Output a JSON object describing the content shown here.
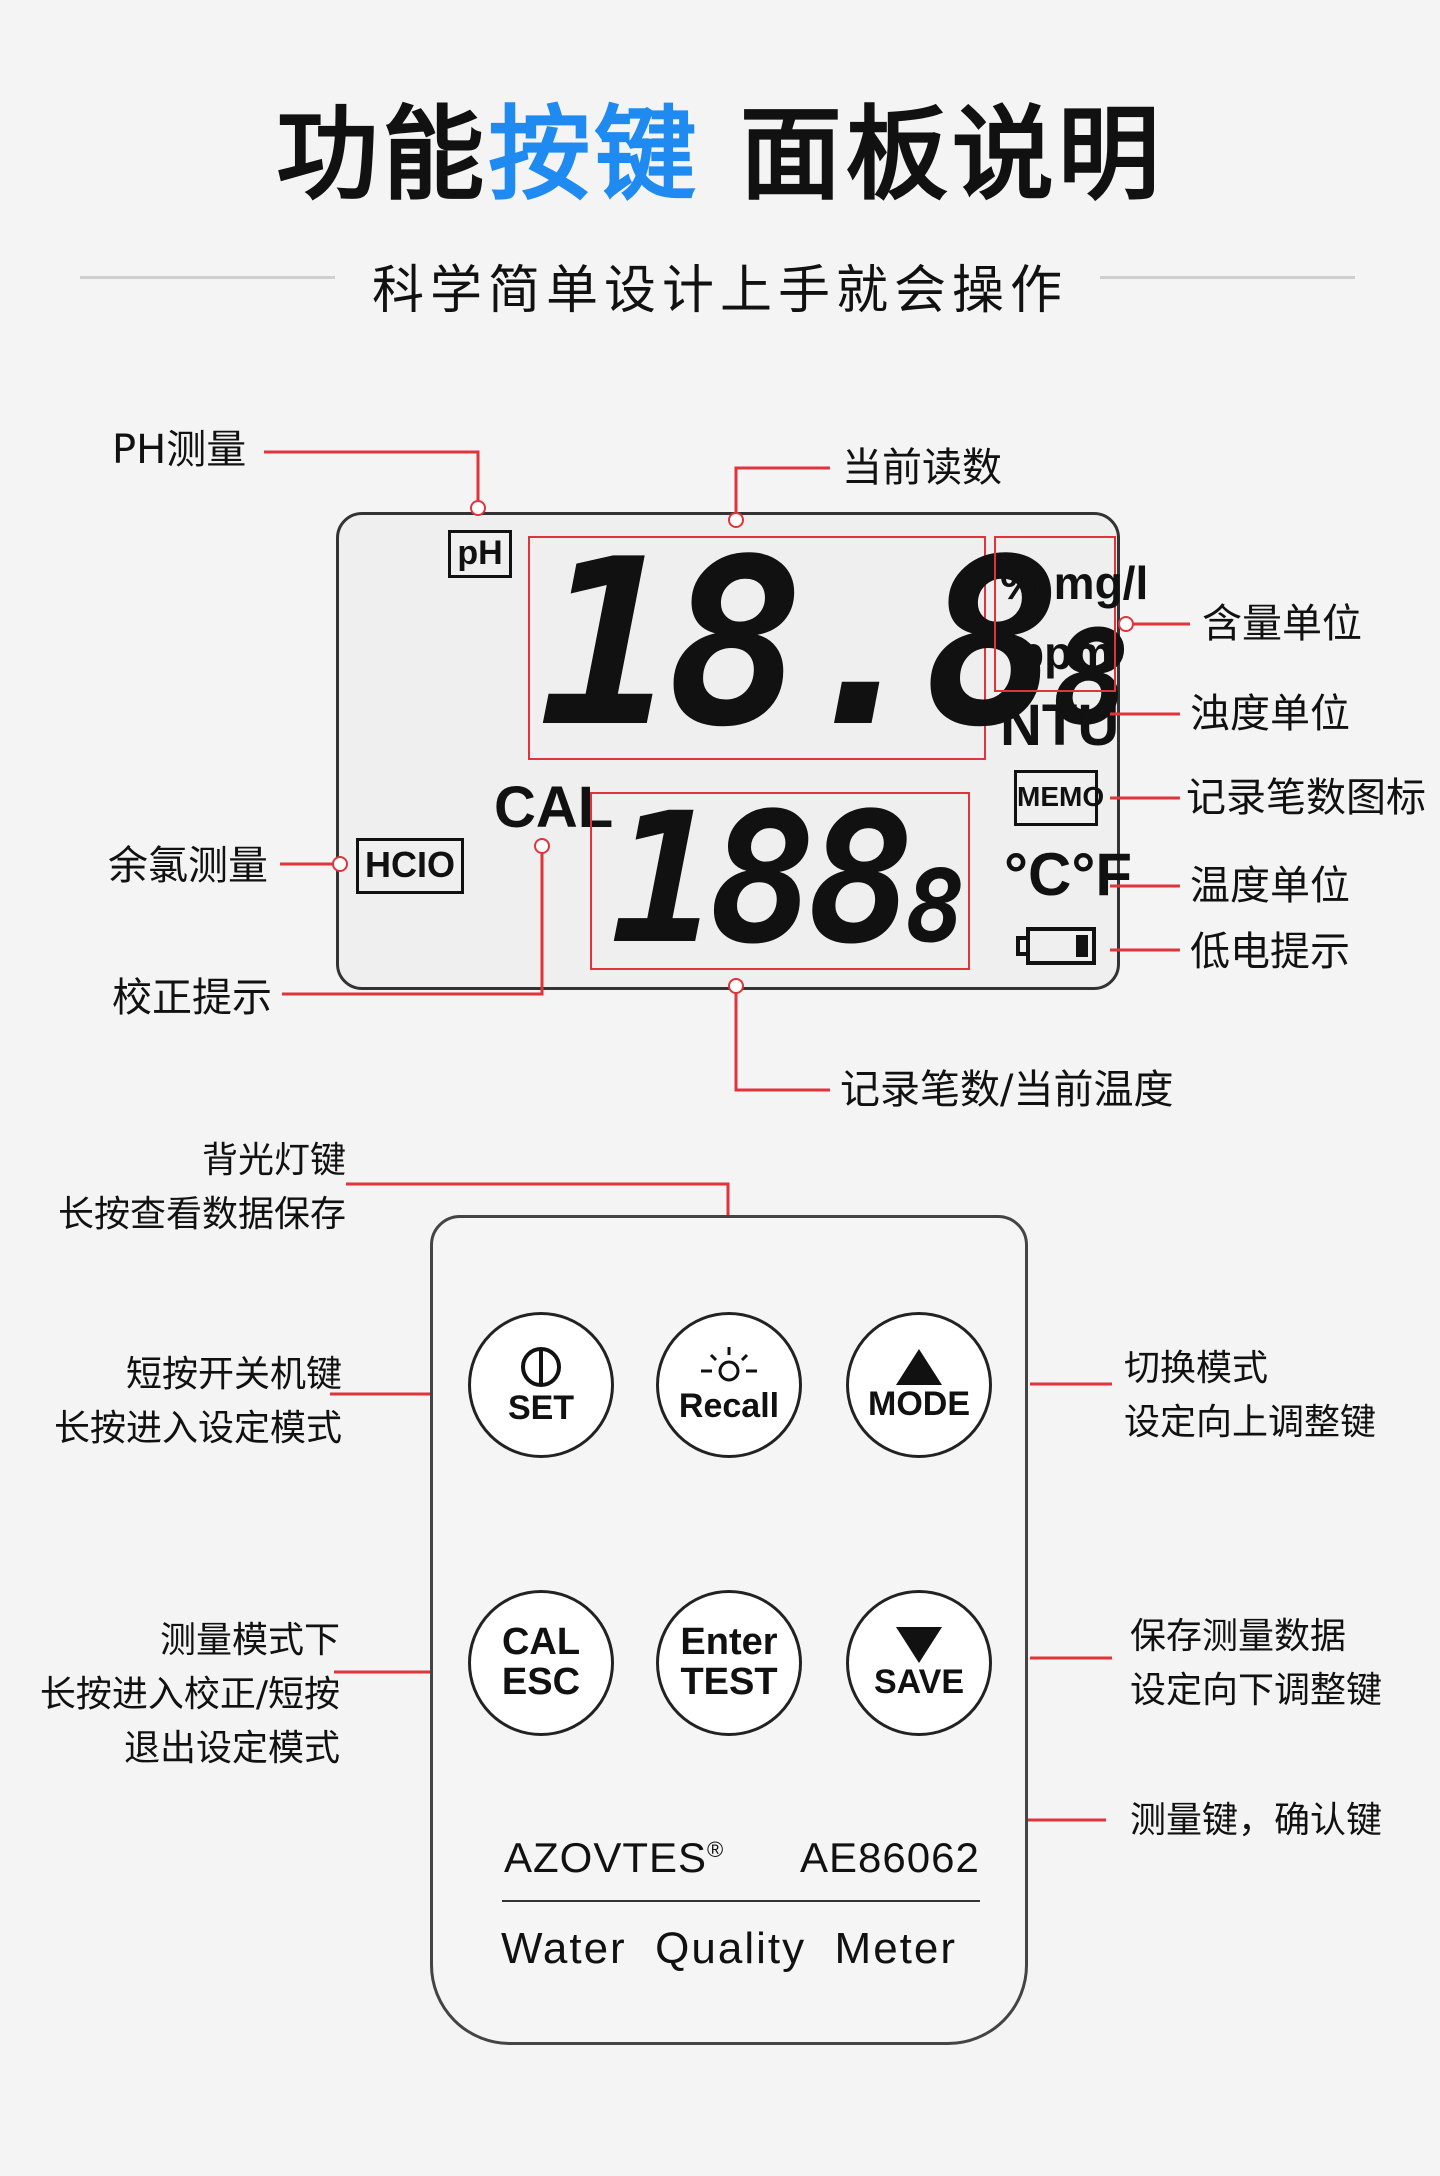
{
  "header": {
    "title_part1": "功能",
    "title_highlight": "按键",
    "title_part2": " 面板说明",
    "subtitle": "科学简单设计上手就会操作",
    "highlight_color": "#1f8bf0"
  },
  "lcd": {
    "ph_icon": "pH",
    "main_reading": "18.8",
    "main_reading_small": "8",
    "units_top": "% mg/l",
    "units_ppm": "ppm",
    "ntu": "NTU",
    "cal": "CAL",
    "hcio": "HCIO",
    "sub_reading": "188",
    "sub_reading_small": "8",
    "memo": "MEMO",
    "temp_units": "°C°F"
  },
  "labels": {
    "ph": "PH测量",
    "current_reading": "当前读数",
    "unit_content": "含量单位",
    "unit_turbidity": "浊度单位",
    "memo_icon": "记录笔数图标",
    "residual_chlorine": "余氯测量",
    "temp_unit": "温度单位",
    "calibration": "校正提示",
    "low_battery": "低电提示",
    "record_temp": "记录笔数/当前温度"
  },
  "buttons": {
    "set": "SET",
    "recall": "Recall",
    "mode": "MODE",
    "cal": "CAL",
    "esc": "ESC",
    "enter": "Enter",
    "test": "TEST",
    "save": "SAVE"
  },
  "button_notes": {
    "backlight_1": "背光灯键",
    "backlight_2": "长按查看数据保存",
    "power_1": "短按开关机键",
    "power_2": "长按进入设定模式",
    "mode_1": "切换模式",
    "mode_2": "设定向上调整键",
    "cal_1": "测量模式下",
    "cal_2": "长按进入校正/短按",
    "cal_3": "退出设定模式",
    "save_1": "保存测量数据",
    "save_2": "设定向下调整键",
    "test": "测量键，确认键"
  },
  "device": {
    "brand": "AZOVTES",
    "reg": "®",
    "model": "AE86062",
    "product": "Water  Quality  Meter"
  },
  "colors": {
    "accent_red": "#e0343c",
    "lcd_bg": "#efefef",
    "page_bg": "#f4f4f4"
  }
}
